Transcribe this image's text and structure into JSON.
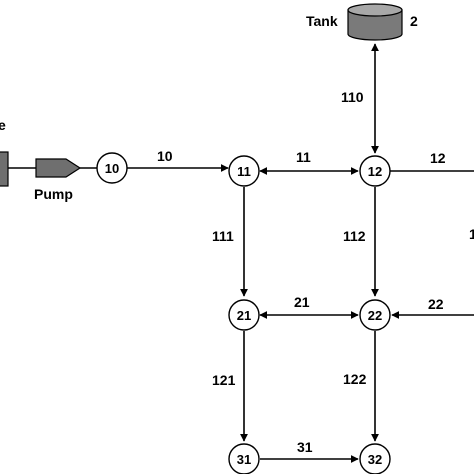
{
  "components": {
    "source_partial_label": "e",
    "pump_label": "Pump",
    "tank_label": "Tank",
    "tank_id": "2"
  },
  "nodes": [
    {
      "id": "10",
      "label": "10"
    },
    {
      "id": "11",
      "label": "11"
    },
    {
      "id": "12",
      "label": "12"
    },
    {
      "id": "21",
      "label": "21"
    },
    {
      "id": "22",
      "label": "22"
    },
    {
      "id": "31",
      "label": "31"
    },
    {
      "id": "32",
      "label": "32"
    }
  ],
  "links": [
    {
      "id": "10",
      "label": "10"
    },
    {
      "id": "11",
      "label": "11"
    },
    {
      "id": "12",
      "label": "12"
    },
    {
      "id": "110",
      "label": "110"
    },
    {
      "id": "111",
      "label": "111"
    },
    {
      "id": "112",
      "label": "112"
    },
    {
      "id": "21",
      "label": "21"
    },
    {
      "id": "22",
      "label": "22"
    },
    {
      "id": "121",
      "label": "121"
    },
    {
      "id": "122",
      "label": "122"
    },
    {
      "id": "31",
      "label": "31"
    },
    {
      "id": "partial_right",
      "label": "1"
    }
  ],
  "colors": {
    "line": "#000000",
    "tank_body": "#7a7a7a",
    "tank_top": "#a8a8a8",
    "pump": "#6f6f6f",
    "source": "#6f6f6f"
  }
}
